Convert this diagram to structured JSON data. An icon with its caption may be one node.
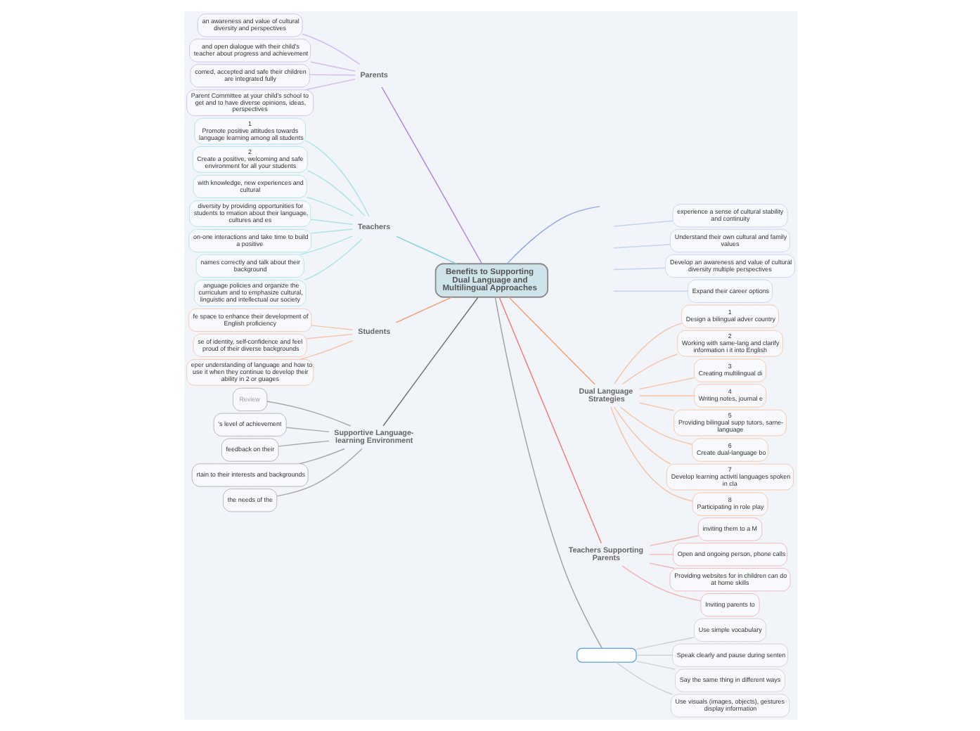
{
  "diagram": {
    "nodes": [
      {
        "text": [
          "Benefits to Supporting Dual Language and Multilingual Approaches"
        ]
      },
      {
        "text": [
          "Parents"
        ]
      },
      {
        "text": [
          "an awareness and value of cultural diversity and perspectives"
        ]
      },
      {
        "text": [
          "and open dialogue with their child's teacher about progress and achievement"
        ]
      },
      {
        "text": [
          "comed, accepted and safe their children are integrated fully"
        ]
      },
      {
        "text": [
          "Parent Committee at your child's school to get and to have diverse opinions, ideas, perspectives"
        ]
      },
      {
        "text": [
          "Teachers"
        ]
      },
      {
        "text": [
          "1",
          "Promote positive attitudes towards language learning among all students"
        ]
      },
      {
        "text": [
          "2",
          "Create a positive, welcoming and safe environment for all your students"
        ]
      },
      {
        "text": [
          "with knowledge, new experiences and cultural"
        ]
      },
      {
        "text": [
          "diversity by providing opportunities for students to rmation about their language, cultures and es"
        ]
      },
      {
        "text": [
          "on-one interactions and take time to build a positive"
        ]
      },
      {
        "text": [
          "names correctly and talk about their background"
        ]
      },
      {
        "text": [
          "anguage policies and organize the curriculum and to emphasize cultural, linguistic and intellectual our society"
        ]
      },
      {
        "text": [
          "Students"
        ]
      },
      {
        "text": [
          "fe space to enhance their development of English proficiency"
        ]
      },
      {
        "text": [
          "se of identity, self-confidence and feel proud of their diverse backgrounds"
        ]
      },
      {
        "text": [
          "eper understanding of language and how to use it when they continue to develop their ability in 2 or guages"
        ]
      },
      {
        "text": [
          "Supportive Language-learning Environment"
        ]
      },
      {
        "text": [
          "Review"
        ]
      },
      {
        "text": [
          "'s level of achievement"
        ]
      },
      {
        "text": [
          "feedback on their"
        ]
      },
      {
        "text": [
          "rtain to their interests and backgrounds"
        ]
      },
      {
        "text": [
          "the needs of the"
        ]
      },
      {
        "text": [
          "experience a sense of cultural stability and continuity"
        ]
      },
      {
        "text": [
          "Understand their own cultural and family values"
        ]
      },
      {
        "text": [
          "Develop an awareness and value of cultural diversity multiple perspectives"
        ]
      },
      {
        "text": [
          "Expand their career options"
        ]
      },
      {
        "text": [
          "Dual Language Strategies"
        ]
      },
      {
        "text": [
          "1",
          "Design a bilingual adver country"
        ]
      },
      {
        "text": [
          "2",
          "Working with same-lang and clarify information i it into English"
        ]
      },
      {
        "text": [
          "3",
          "Creating multilingual di"
        ]
      },
      {
        "text": [
          "4",
          "Writing notes, journal e"
        ]
      },
      {
        "text": [
          "5",
          "Providing bilingual supp tutors, same- language"
        ]
      },
      {
        "text": [
          "6",
          "Create dual-language bo"
        ]
      },
      {
        "text": [
          "7",
          "Develop learning activiti languages spoken in cla"
        ]
      },
      {
        "text": [
          "8",
          "Participating in role play"
        ]
      },
      {
        "text": [
          "Teachers Supporting Parents"
        ]
      },
      {
        "text": [
          "inviting them to a M"
        ]
      },
      {
        "text": [
          "Open and ongoing person, phone calls"
        ]
      },
      {
        "text": [
          "Providing websites for in children can do at home skills"
        ]
      },
      {
        "text": [
          "Inviting parents to"
        ]
      },
      {
        "text": [],
        "shape": "box"
      },
      {
        "text": [
          "Use simple vocabulary"
        ]
      },
      {
        "text": [
          "Speak clearly and pause during senten"
        ]
      },
      {
        "text": [
          "Say the same thing in different ways"
        ]
      },
      {
        "text": [
          "Use visuals (images, objects), gestures display information"
        ]
      }
    ],
    "edges": [
      {
        "from": 0,
        "to": 1,
        "arrow": "none",
        "color": "#b07ee8"
      },
      {
        "from": 1,
        "to": 2,
        "arrow": "none",
        "color": "#d6b8f4"
      },
      {
        "from": 1,
        "to": 3,
        "arrow": "none",
        "color": "#d6b8f4"
      },
      {
        "from": 1,
        "to": 4,
        "arrow": "none",
        "color": "#d6b8f4"
      },
      {
        "from": 1,
        "to": 5,
        "arrow": "none",
        "color": "#d6b8f4"
      },
      {
        "from": 0,
        "to": 6,
        "arrow": "none",
        "color": "#7ed6dc"
      },
      {
        "from": 6,
        "to": 7,
        "arrow": "none",
        "color": "#a9e4ea"
      },
      {
        "from": 6,
        "to": 8,
        "arrow": "none",
        "color": "#a9e4ea"
      },
      {
        "from": 6,
        "to": 9,
        "arrow": "none",
        "color": "#a9e4ea"
      },
      {
        "from": 6,
        "to": 10,
        "arrow": "none",
        "color": "#a9e4ea"
      },
      {
        "from": 6,
        "to": 11,
        "arrow": "none",
        "color": "#a9e4ea"
      },
      {
        "from": 6,
        "to": 12,
        "arrow": "none",
        "color": "#a9e4ea"
      },
      {
        "from": 6,
        "to": 13,
        "arrow": "none",
        "color": "#a9e4ea"
      },
      {
        "from": 0,
        "to": 14,
        "arrow": "none",
        "color": "#f59a6e"
      },
      {
        "from": 14,
        "to": 15,
        "arrow": "none",
        "color": "#f8c5aa"
      },
      {
        "from": 14,
        "to": 16,
        "arrow": "none",
        "color": "#f8c5aa"
      },
      {
        "from": 14,
        "to": 17,
        "arrow": "none",
        "color": "#f8c5aa"
      },
      {
        "from": 0,
        "to": 18,
        "arrow": "none",
        "color": "#707070"
      },
      {
        "from": 18,
        "to": 19,
        "arrow": "none",
        "color": "#a8a8a8"
      },
      {
        "from": 18,
        "to": 20,
        "arrow": "none",
        "color": "#a8a8a8"
      },
      {
        "from": 18,
        "to": 21,
        "arrow": "none",
        "color": "#a8a8a8"
      },
      {
        "from": 18,
        "to": 22,
        "arrow": "none",
        "color": "#a8a8a8"
      },
      {
        "from": 18,
        "to": 23,
        "arrow": "none",
        "color": "#a8a8a8"
      },
      {
        "from": 0,
        "to": null,
        "arrow": "none",
        "color": "#8fa8e0"
      },
      {
        "from": null,
        "to": 24,
        "arrow": "none",
        "color": "#c3d3f0"
      },
      {
        "from": null,
        "to": 25,
        "arrow": "none",
        "color": "#c3d3f0"
      },
      {
        "from": null,
        "to": 26,
        "arrow": "none",
        "color": "#c3d3f0"
      },
      {
        "from": null,
        "to": 27,
        "arrow": "none",
        "color": "#c3d3f0"
      },
      {
        "from": 0,
        "to": 28,
        "arrow": "none",
        "color": "#f4a070"
      },
      {
        "from": 28,
        "to": 29,
        "arrow": "none",
        "color": "#f8c3a3"
      },
      {
        "from": 28,
        "to": 30,
        "arrow": "none",
        "color": "#f8c3a3"
      },
      {
        "from": 28,
        "to": 31,
        "arrow": "none",
        "color": "#f8c3a3"
      },
      {
        "from": 28,
        "to": 32,
        "arrow": "none",
        "color": "#f8c3a3"
      },
      {
        "from": 28,
        "to": 33,
        "arrow": "none",
        "color": "#f8c3a3"
      },
      {
        "from": 28,
        "to": 34,
        "arrow": "none",
        "color": "#f8c3a3"
      },
      {
        "from": 28,
        "to": 35,
        "arrow": "none",
        "color": "#f8c3a3"
      },
      {
        "from": 28,
        "to": 36,
        "arrow": "none",
        "color": "#f8c3a3"
      },
      {
        "from": 0,
        "to": 37,
        "arrow": "none",
        "color": "#f07878"
      },
      {
        "from": 37,
        "to": 38,
        "arrow": "none",
        "color": "#f2b3b3"
      },
      {
        "from": 37,
        "to": 39,
        "arrow": "none",
        "color": "#f2b3b3"
      },
      {
        "from": 37,
        "to": 40,
        "arrow": "none",
        "color": "#f2b3b3"
      },
      {
        "from": 37,
        "to": 41,
        "arrow": "none",
        "color": "#f2b3b3"
      },
      {
        "from": 0,
        "to": 42,
        "arrow": "none",
        "color": "#a0a0a0"
      },
      {
        "from": 42,
        "to": 43,
        "arrow": "none",
        "color": "#d0d0d0"
      },
      {
        "from": 42,
        "to": 44,
        "arrow": "none",
        "color": "#d0d0d0"
      },
      {
        "from": 42,
        "to": 45,
        "arrow": "none",
        "color": "#d0d0d0"
      },
      {
        "from": 42,
        "to": 46,
        "arrow": "none",
        "color": "#d0d0d0"
      }
    ]
  }
}
